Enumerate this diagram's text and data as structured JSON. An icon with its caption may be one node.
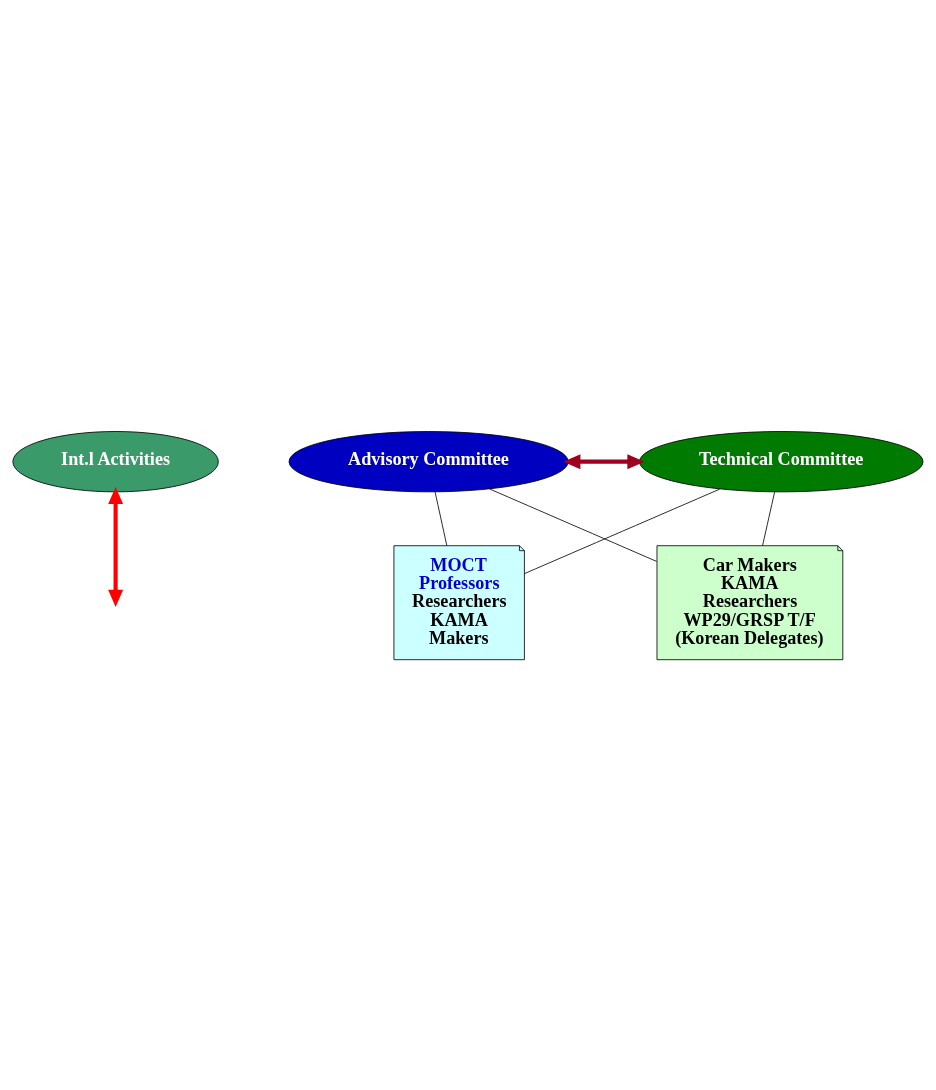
{
  "diagram": {
    "nodes": [
      {
        "text": [
          "Int.l Activities"
        ]
      },
      {
        "text": [
          "Advisory Committee"
        ]
      },
      {
        "text": [
          "Technical Committee"
        ]
      },
      {
        "text": [
          "MOCT",
          "Professors",
          "Researchers",
          "KAMA",
          "Makers"
        ]
      },
      {
        "text": [
          "Car Makers",
          "KAMA",
          "Researchers",
          "WP29/GRSP T/F",
          "(Korean Delegates)"
        ]
      }
    ],
    "edges": [
      {
        "from": 0,
        "to": null,
        "arrow": "both",
        "style": "thick",
        "color": "#ff0000"
      },
      {
        "from": 1,
        "to": 2,
        "arrow": "both",
        "style": "thick",
        "color": "#a00020"
      },
      {
        "from": 1,
        "to": 3,
        "arrow": "none"
      },
      {
        "from": 1,
        "to": 4,
        "arrow": "none"
      },
      {
        "from": 2,
        "to": 3,
        "arrow": "none"
      },
      {
        "from": 2,
        "to": 4,
        "arrow": "none"
      }
    ]
  }
}
